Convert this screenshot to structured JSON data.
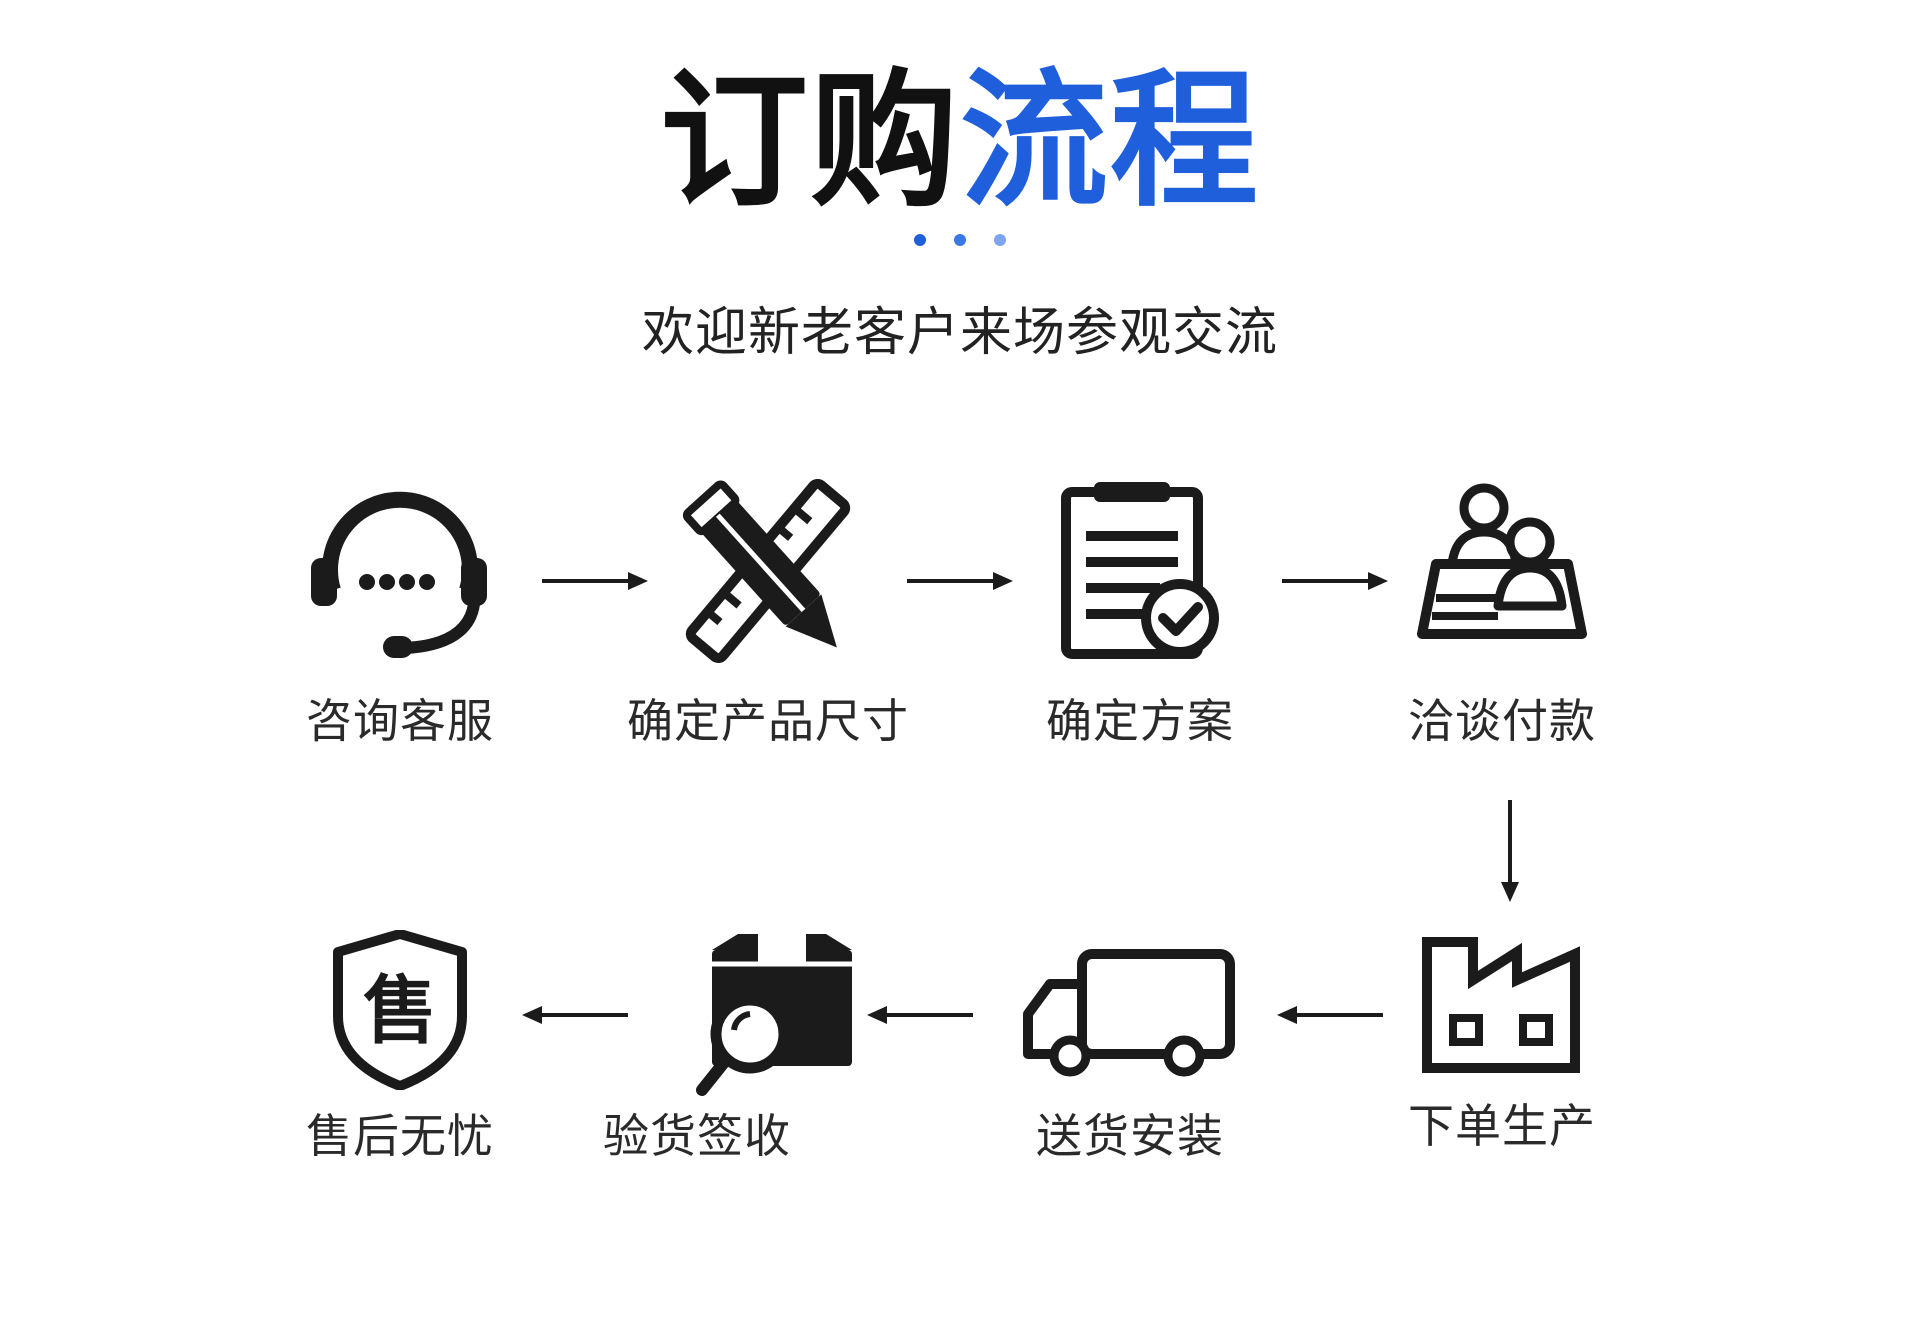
{
  "header": {
    "title_part1": "订购",
    "title_part2": "流程",
    "subtitle": "欢迎新老客户来场参观交流",
    "dot_colors": [
      "#1f5fdc",
      "#3a78e8",
      "#7ea6f0"
    ]
  },
  "steps": [
    {
      "label": "咨询客服",
      "icon": "headset-icon"
    },
    {
      "label": "确定产品尺寸",
      "icon": "pencil-ruler-icon"
    },
    {
      "label": "确定方案",
      "icon": "clipboard-check-icon"
    },
    {
      "label": "洽谈付款",
      "icon": "meeting-icon"
    },
    {
      "label": "下单生产",
      "icon": "factory-icon"
    },
    {
      "label": "送货安装",
      "icon": "truck-icon"
    },
    {
      "label": "验货签收",
      "icon": "package-inspect-icon"
    },
    {
      "label": "售后无忧",
      "icon": "after-sales-shield-icon"
    }
  ],
  "shield_char": "售",
  "colors": {
    "icon": "#1b1b1b",
    "accent": "#1f5fdc"
  }
}
